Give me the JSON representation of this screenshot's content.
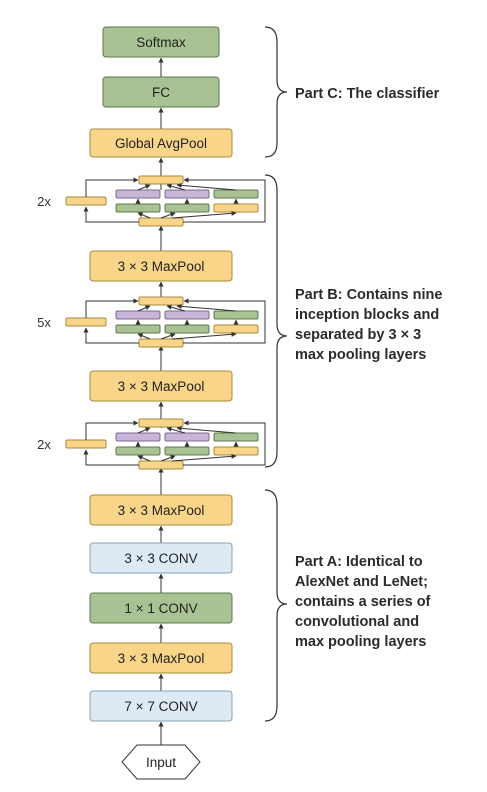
{
  "colors": {
    "green": "#a8c294",
    "green_stroke": "#5d7a4c",
    "yellow": "#f9d58a",
    "yellow_stroke": "#a98a3e",
    "blue": "#dde9f3",
    "blue_stroke": "#8aa2b5",
    "purple": "#c8b6d8",
    "purple_stroke": "#7c6a8e",
    "line": "#333333"
  },
  "layers": {
    "softmax": "Softmax",
    "fc": "FC",
    "global_avgpool": "Global AvgPool",
    "maxpool_b1": "3 × 3 MaxPool",
    "maxpool_b2": "3 × 3 MaxPool",
    "maxpool_a3": "3 × 3 MaxPool",
    "conv3x3": "3 × 3 CONV",
    "conv1x1": "1 × 1 CONV",
    "maxpool_a1": "3 × 3 MaxPool",
    "conv7x7": "7 × 7 CONV",
    "input": "Input"
  },
  "inception_groups": [
    {
      "repeat": "2x"
    },
    {
      "repeat": "5x"
    },
    {
      "repeat": "2x"
    }
  ],
  "parts": {
    "c": [
      "Part C: The classifier"
    ],
    "b": [
      "Part B: Contains nine",
      "inception blocks and",
      "separated by 3 × 3",
      "max pooling layers"
    ],
    "a": [
      "Part A: Identical to",
      "AlexNet and LeNet;",
      "contains a series of",
      "convolutional and",
      "max pooling layers"
    ]
  }
}
